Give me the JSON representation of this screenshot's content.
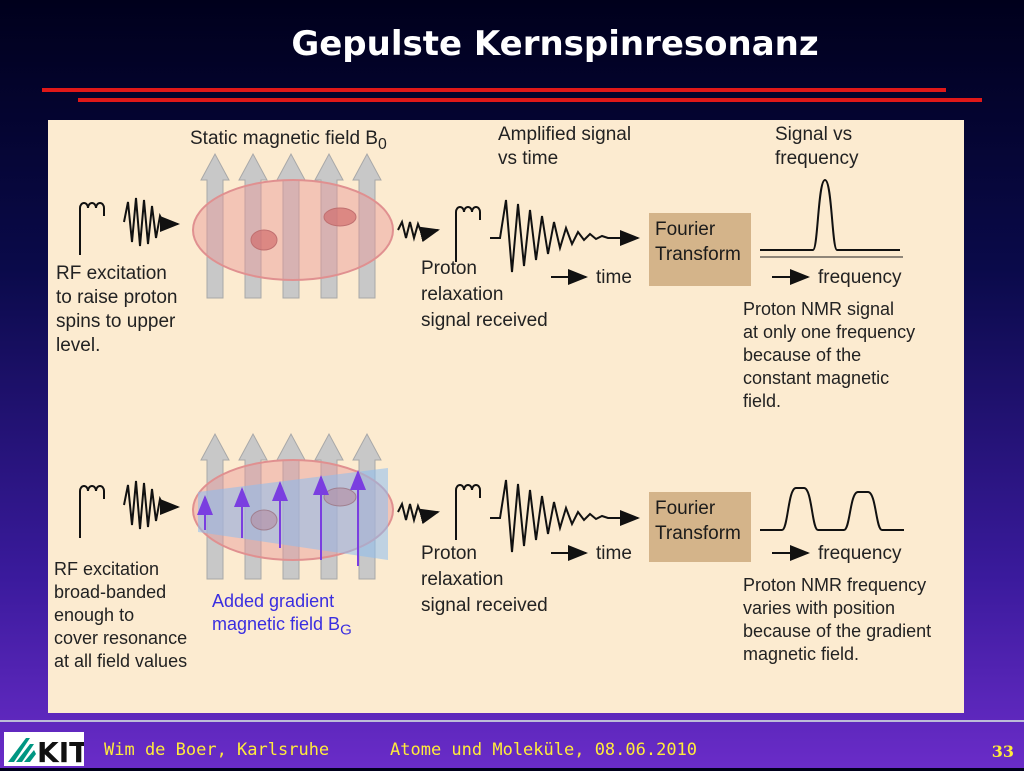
{
  "slide": {
    "title": "Gepulste Kernspinresonanz",
    "page_number": "33"
  },
  "diagram": {
    "static_field": "Static magnetic field B",
    "static_field_sub": "0",
    "amplified_signal": [
      "Amplified signal",
      "vs time"
    ],
    "signal_vs_freq": [
      "Signal vs",
      "frequency"
    ],
    "top": {
      "rf_excitation": [
        "RF excitation",
        "to raise proton",
        "spins to upper",
        "level."
      ],
      "proton_relax": [
        "Proton",
        "relaxation",
        "signal received"
      ],
      "time": "time",
      "fourier": [
        "Fourier",
        "Transform"
      ],
      "frequency": "frequency",
      "nmr_note": [
        "Proton NMR signal",
        "at only one frequency",
        "because of the",
        "constant magnetic",
        "field."
      ]
    },
    "bottom": {
      "rf_excitation": [
        "RF excitation",
        "broad-banded",
        "enough to",
        "cover resonance",
        "at all field values"
      ],
      "gradient": [
        "Added gradient",
        "magnetic field B"
      ],
      "gradient_sub": "G",
      "proton_relax": [
        "Proton",
        "relaxation",
        "signal received"
      ],
      "time": "time",
      "fourier": [
        "Fourier",
        "Transform"
      ],
      "frequency": "frequency",
      "nmr_note": [
        "Proton NMR frequency",
        "varies with position",
        "because of the gradient",
        "magnetic field."
      ]
    }
  },
  "footer": {
    "author": "Wim de Boer, Karlsruhe",
    "course": "Atome und Moleküle,  08.06.2010",
    "logo_text": "KIT"
  },
  "colors": {
    "rule": "#e01818",
    "panel_bg": "#fcebd0",
    "footer_text": "#ffeb3b",
    "gradient_label": "#3a2ee0"
  }
}
